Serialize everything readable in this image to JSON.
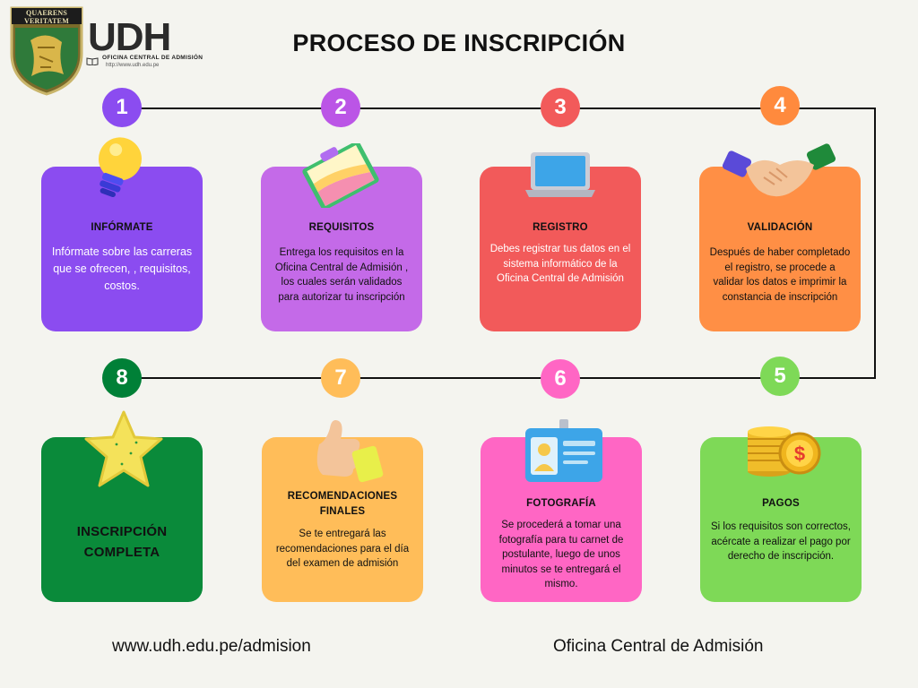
{
  "header": {
    "crest_text": "QUAERENS VERITATEM",
    "logo_text": "UDH",
    "logo_subtitle": "OFICINA CENTRAL DE ADMISIÓN",
    "logo_url": "http://www.udh.edu.pe",
    "title": "PROCESO DE INSCRIPCIÓN"
  },
  "steps": [
    {
      "number": "1",
      "color": "#8b4cf0",
      "card_color": "#8b4cf0",
      "title": "INFÓRMATE",
      "text": "Infórmate sobre las carreras que se ofrecen, , requisitos, costos.",
      "icon": "lightbulb-icon",
      "text_color": "#ffffff",
      "title_color": "#111111"
    },
    {
      "number": "2",
      "color": "#bb55e6",
      "card_color": "#c46ae8",
      "title": "REQUISITOS",
      "text": "Entrega los requisitos en la Oficina Central de Admisión , los cuales serán validados para autorizar tu inscripción",
      "icon": "clipboard-icon",
      "text_color": "#111111",
      "title_color": "#111111"
    },
    {
      "number": "3",
      "color": "#f25a5a",
      "card_color": "#f25a5a",
      "title": "REGISTRO",
      "text": "Debes registrar tus datos en el sistema informático de la Oficina Central de Admisión",
      "icon": "laptop-icon",
      "text_color": "#ffffff",
      "title_color": "#111111"
    },
    {
      "number": "4",
      "color": "#ff8a3d",
      "card_color": "#ff8f45",
      "title": "VALIDACIÓN",
      "text": "Después de haber completado el registro, se procede a validar los datos e imprimir la constancia de inscripción",
      "icon": "handshake-icon",
      "text_color": "#111111",
      "title_color": "#111111"
    },
    {
      "number": "5",
      "color": "#7ed957",
      "card_color": "#7ed957",
      "title": "PAGOS",
      "text": "Si los requisitos son correctos, acércate  a realizar el pago por derecho de inscripción.",
      "icon": "coins-icon",
      "text_color": "#111111",
      "title_color": "#111111"
    },
    {
      "number": "6",
      "color": "#ff66c4",
      "card_color": "#ff66c4",
      "title": "FOTOGRAFÍA",
      "text": "Se procederá a tomar una fotografía para tu carnet de postulante, luego de unos minutos se te entregará el mismo.",
      "icon": "id-card-icon",
      "text_color": "#111111",
      "title_color": "#111111"
    },
    {
      "number": "7",
      "color": "#ffbd59",
      "card_color": "#ffbd59",
      "title": "RECOMENDACIONES FINALES",
      "text": "Se te entregará  las recomendaciones para el día del examen de admisión",
      "icon": "thumbs-up-icon",
      "text_color": "#111111",
      "title_color": "#111111"
    },
    {
      "number": "8",
      "color": "#008037",
      "card_color": "#0a8a3a",
      "title": "INSCRIPCIÓN COMPLETA",
      "text": "",
      "icon": "star-icon",
      "text_color": "#111111",
      "title_color": "#111111"
    }
  ],
  "footer": {
    "website": "www.udh.edu.pe/admision",
    "office": "Oficina Central de Admisión"
  }
}
